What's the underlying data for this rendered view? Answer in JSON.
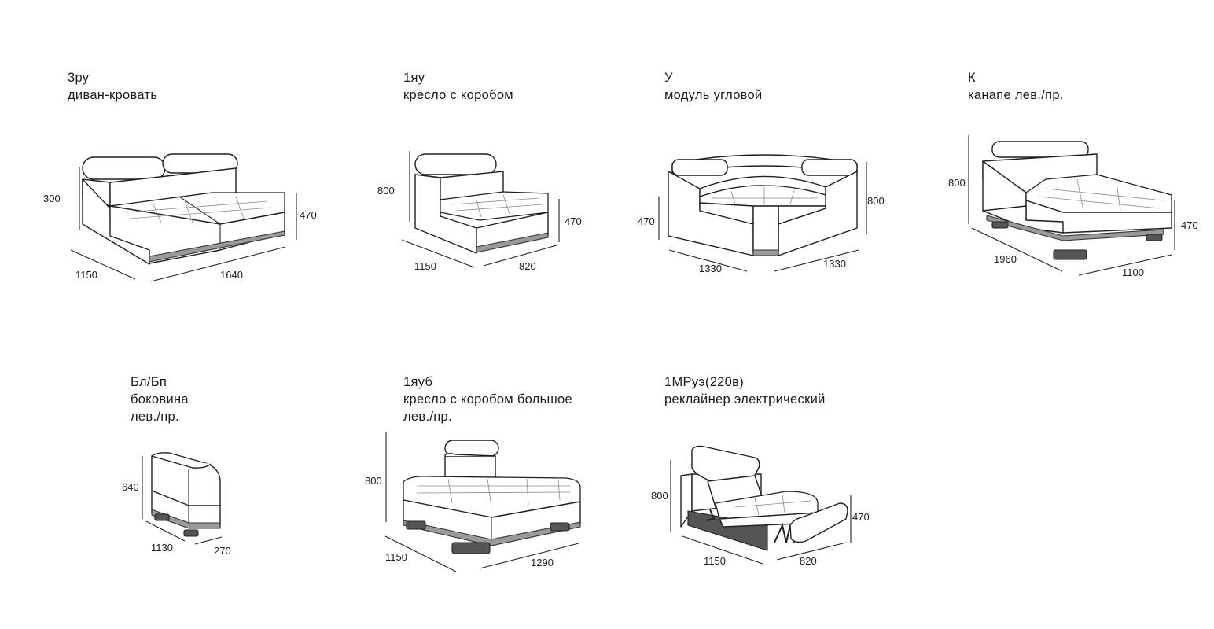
{
  "modules": [
    {
      "code": "3ру",
      "lines": [
        "диван-кровать"
      ],
      "dims": [
        "300",
        "470",
        "1150",
        "1640"
      ]
    },
    {
      "code": "1яу",
      "lines": [
        "кресло с коробом"
      ],
      "dims": [
        "800",
        "470",
        "1150",
        "820"
      ]
    },
    {
      "code": "У",
      "lines": [
        "модуль угловой"
      ],
      "dims": [
        "470",
        "800",
        "1330",
        "1330"
      ]
    },
    {
      "code": "К",
      "lines": [
        "канапе лев./пр."
      ],
      "dims": [
        "800",
        "470",
        "1960",
        "1100"
      ]
    },
    {
      "code": "Бл/Бп",
      "lines": [
        "боковина",
        "лев./пр."
      ],
      "dims": [
        "640",
        "1130",
        "270"
      ]
    },
    {
      "code": "1яуб",
      "lines": [
        "кресло с коробом большое",
        "лев./пр."
      ],
      "dims": [
        "800",
        "1150",
        "1290"
      ]
    },
    {
      "code": "1МРуэ(220в)",
      "lines": [
        "реклайнер электрический"
      ],
      "dims": [
        "800",
        "470",
        "1150",
        "820"
      ]
    }
  ]
}
